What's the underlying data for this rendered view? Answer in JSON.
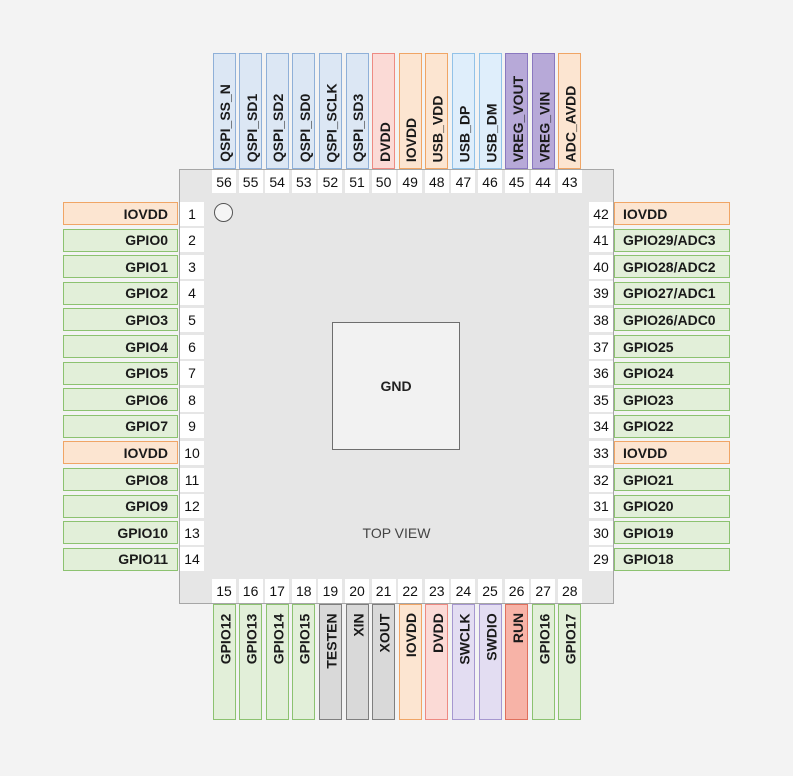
{
  "colors": {
    "gpio": {
      "fill": "#e2efd9",
      "stroke": "#8cc270"
    },
    "power": {
      "fill": "#fce5d1",
      "stroke": "#f0a565"
    },
    "dvdd": {
      "fill": "#fbdad6",
      "stroke": "#ee8a82"
    },
    "qspi": {
      "fill": "#dce7f4",
      "stroke": "#8fb0d8"
    },
    "usb": {
      "fill": "#dfeefb",
      "stroke": "#92c2e8"
    },
    "vreg": {
      "fill": "#b7a9d8",
      "stroke": "#8a78c0"
    },
    "debug": {
      "fill": "#e3ddf2",
      "stroke": "#a697d0"
    },
    "test": {
      "fill": "#d9d9d9",
      "stroke": "#7f7f7f"
    },
    "run": {
      "fill": "#f7b3a7",
      "stroke": "#e0705d"
    }
  },
  "chip": {
    "center_label": "GND",
    "view_label": "TOP VIEW"
  },
  "pins": {
    "left": [
      {
        "num": "1",
        "name": "IOVDD",
        "type": "power"
      },
      {
        "num": "2",
        "name": "GPIO0",
        "type": "gpio"
      },
      {
        "num": "3",
        "name": "GPIO1",
        "type": "gpio"
      },
      {
        "num": "4",
        "name": "GPIO2",
        "type": "gpio"
      },
      {
        "num": "5",
        "name": "GPIO3",
        "type": "gpio"
      },
      {
        "num": "6",
        "name": "GPIO4",
        "type": "gpio"
      },
      {
        "num": "7",
        "name": "GPIO5",
        "type": "gpio"
      },
      {
        "num": "8",
        "name": "GPIO6",
        "type": "gpio"
      },
      {
        "num": "9",
        "name": "GPIO7",
        "type": "gpio"
      },
      {
        "num": "10",
        "name": "IOVDD",
        "type": "power"
      },
      {
        "num": "11",
        "name": "GPIO8",
        "type": "gpio"
      },
      {
        "num": "12",
        "name": "GPIO9",
        "type": "gpio"
      },
      {
        "num": "13",
        "name": "GPIO10",
        "type": "gpio"
      },
      {
        "num": "14",
        "name": "GPIO11",
        "type": "gpio"
      }
    ],
    "right": [
      {
        "num": "42",
        "name": "IOVDD",
        "type": "power"
      },
      {
        "num": "41",
        "name": "GPIO29/ADC3",
        "type": "gpio"
      },
      {
        "num": "40",
        "name": "GPIO28/ADC2",
        "type": "gpio"
      },
      {
        "num": "39",
        "name": "GPIO27/ADC1",
        "type": "gpio"
      },
      {
        "num": "38",
        "name": "GPIO26/ADC0",
        "type": "gpio"
      },
      {
        "num": "37",
        "name": "GPIO25",
        "type": "gpio"
      },
      {
        "num": "36",
        "name": "GPIO24",
        "type": "gpio"
      },
      {
        "num": "35",
        "name": "GPIO23",
        "type": "gpio"
      },
      {
        "num": "34",
        "name": "GPIO22",
        "type": "gpio"
      },
      {
        "num": "33",
        "name": "IOVDD",
        "type": "power"
      },
      {
        "num": "32",
        "name": "GPIO21",
        "type": "gpio"
      },
      {
        "num": "31",
        "name": "GPIO20",
        "type": "gpio"
      },
      {
        "num": "30",
        "name": "GPIO19",
        "type": "gpio"
      },
      {
        "num": "29",
        "name": "GPIO18",
        "type": "gpio"
      }
    ],
    "top": [
      {
        "num": "56",
        "name": "QSPI_SS_N",
        "type": "qspi"
      },
      {
        "num": "55",
        "name": "QSPI_SD1",
        "type": "qspi"
      },
      {
        "num": "54",
        "name": "QSPI_SD2",
        "type": "qspi"
      },
      {
        "num": "53",
        "name": "QSPI_SD0",
        "type": "qspi"
      },
      {
        "num": "52",
        "name": "QSPI_SCLK",
        "type": "qspi"
      },
      {
        "num": "51",
        "name": "QSPI_SD3",
        "type": "qspi"
      },
      {
        "num": "50",
        "name": "DVDD",
        "type": "dvdd"
      },
      {
        "num": "49",
        "name": "IOVDD",
        "type": "power"
      },
      {
        "num": "48",
        "name": "USB_VDD",
        "type": "power"
      },
      {
        "num": "47",
        "name": "USB_DP",
        "type": "usb"
      },
      {
        "num": "46",
        "name": "USB_DM",
        "type": "usb"
      },
      {
        "num": "45",
        "name": "VREG_VOUT",
        "type": "vreg"
      },
      {
        "num": "44",
        "name": "VREG_VIN",
        "type": "vreg"
      },
      {
        "num": "43",
        "name": "ADC_AVDD",
        "type": "power"
      }
    ],
    "bottom": [
      {
        "num": "15",
        "name": "GPIO12",
        "type": "gpio"
      },
      {
        "num": "16",
        "name": "GPIO13",
        "type": "gpio"
      },
      {
        "num": "17",
        "name": "GPIO14",
        "type": "gpio"
      },
      {
        "num": "18",
        "name": "GPIO15",
        "type": "gpio"
      },
      {
        "num": "19",
        "name": "TESTEN",
        "type": "test"
      },
      {
        "num": "20",
        "name": "XIN",
        "type": "test"
      },
      {
        "num": "21",
        "name": "XOUT",
        "type": "test"
      },
      {
        "num": "22",
        "name": "IOVDD",
        "type": "power"
      },
      {
        "num": "23",
        "name": "DVDD",
        "type": "dvdd"
      },
      {
        "num": "24",
        "name": "SWCLK",
        "type": "debug"
      },
      {
        "num": "25",
        "name": "SWDIO",
        "type": "debug"
      },
      {
        "num": "26",
        "name": "RUN",
        "type": "run"
      },
      {
        "num": "27",
        "name": "GPIO16",
        "type": "gpio"
      },
      {
        "num": "28",
        "name": "GPIO17",
        "type": "gpio"
      }
    ]
  }
}
